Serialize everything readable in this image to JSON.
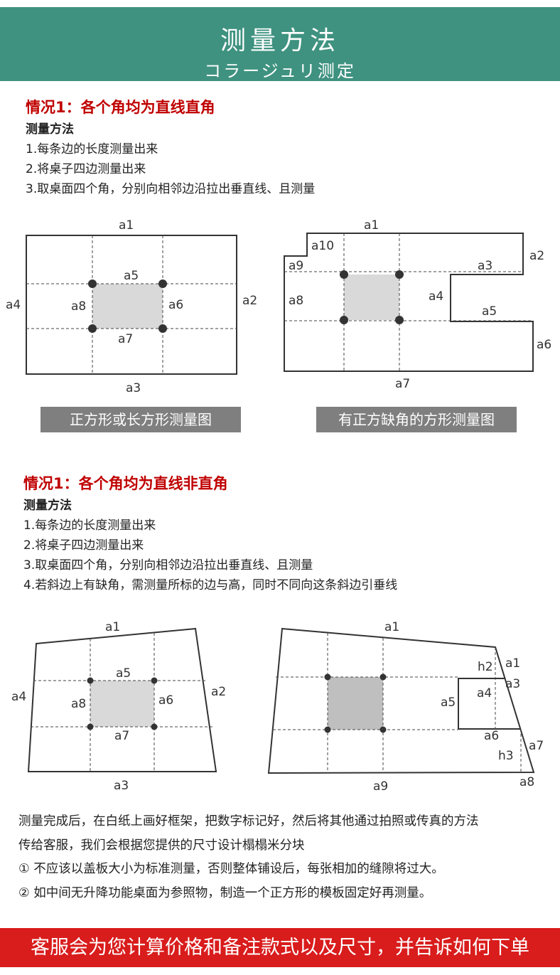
{
  "header": {
    "title": "测量方法",
    "subtitle": "コラージュリ测定"
  },
  "section1": {
    "title": "情况1：各个角均为直线直角",
    "lines": [
      "测量方法",
      "1.每条边的长度测量出来",
      "2.将桌子四边测量出来",
      "3.取桌面四个角，分别向相邻边沿拉出垂直线、且测量"
    ]
  },
  "diagram1": {
    "labels": [
      "a1",
      "a2",
      "a3",
      "a4",
      "a5",
      "a6",
      "a7",
      "a8"
    ],
    "caption": "正方形或长方形测量图"
  },
  "diagram2": {
    "labels": [
      "a1",
      "a2",
      "a3",
      "a4",
      "a5",
      "a6",
      "a7",
      "a8",
      "a9",
      "a10"
    ],
    "caption": "有正方缺角的方形测量图"
  },
  "section2": {
    "title": "情况1：各个角均为直线非直角",
    "lines": [
      "测量方法",
      "1.每条边的长度测量出来",
      "2.将桌子四边测量出来",
      "3.取桌面四个角，分别向相邻边沿拉出垂直线、且测量",
      "4.若斜边上有缺角，需测量所标的边与高，同时不同向这条斜边引垂线"
    ]
  },
  "diagram3": {
    "labels": [
      "a1",
      "a2",
      "a3",
      "a4",
      "a5",
      "a6",
      "a7",
      "a8"
    ]
  },
  "diagram4": {
    "labels": [
      "a1",
      "h2",
      "a1",
      "a3",
      "a4",
      "a5",
      "a6",
      "a7",
      "h3",
      "a8",
      "a9"
    ]
  },
  "notes": [
    "测量完成后，在白纸上画好框架，把数字标记好，然后将其他通过拍照或传真的方法",
    "传给客服，我们会根据您提供的尺寸设计榻榻米分块",
    "① 不应该以盖板大小为标准测量，否则整体铺设后，每张相加的缝隙将过大。",
    "② 如中间无升降功能桌面为参照物，制造一个正方形的模板固定好再测量。"
  ],
  "footer": "客服会为您计算价格和备注款式以及尺寸，并告诉如何下单",
  "colors": {
    "header_bg": "#3f9280",
    "title_red": "#c00000",
    "caption_gray": "#7f7f7f",
    "footer_red": "#d91c1c",
    "fill_gray": "#d9d9d9"
  }
}
